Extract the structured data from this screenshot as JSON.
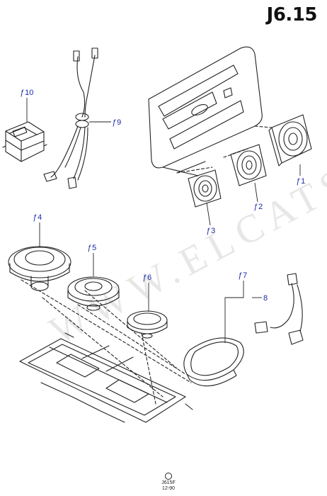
{
  "page_code": "J6.15",
  "watermark": "WWW.ELCATS.RU",
  "callouts": [
    {
      "id": "c10",
      "label": "10"
    },
    {
      "id": "c9",
      "label": "9"
    },
    {
      "id": "c1",
      "label": "1"
    },
    {
      "id": "c2",
      "label": "2"
    },
    {
      "id": "c3",
      "label": "3"
    },
    {
      "id": "c4",
      "label": "4"
    },
    {
      "id": "c5",
      "label": "5"
    },
    {
      "id": "c6",
      "label": "6"
    },
    {
      "id": "c7",
      "label": "7"
    },
    {
      "id": "c8",
      "label": "8"
    }
  ],
  "footer": {
    "drawing_code": "J615F",
    "date": "12-90"
  }
}
